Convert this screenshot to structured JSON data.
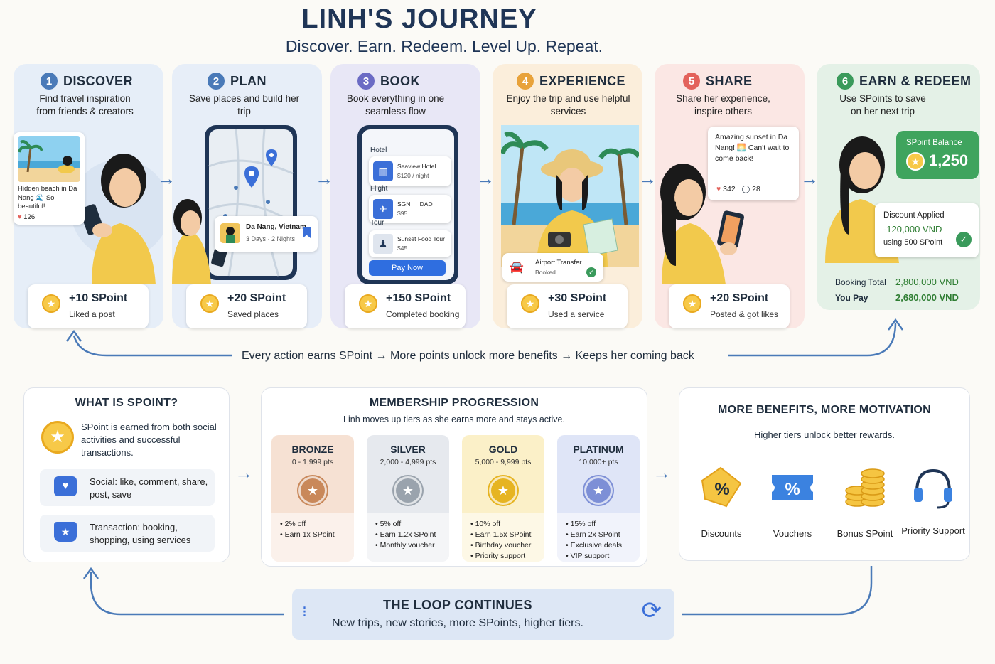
{
  "header": {
    "title": "LINH'S JOURNEY",
    "subtitle": "Discover. Earn. Redeem. Level Up. Repeat."
  },
  "steps": [
    {
      "num": "1",
      "title": "DISCOVER",
      "desc": "Find travel inspiration from friends & creators",
      "points": "+10 SPoint",
      "action": "Liked a post",
      "color": "#4a7ab8"
    },
    {
      "num": "2",
      "title": "PLAN",
      "desc": "Save places and build her trip",
      "points": "+20 SPoint",
      "action": "Saved places",
      "color": "#4a7ab8"
    },
    {
      "num": "3",
      "title": "BOOK",
      "desc": "Book everything in one seamless flow",
      "points": "+150 SPoint",
      "action": "Completed booking",
      "color": "#6b6bc4"
    },
    {
      "num": "4",
      "title": "EXPERIENCE",
      "desc": "Enjoy the trip and use helpful services",
      "points": "+30 SPoint",
      "action": "Used a service",
      "color": "#e8a23a"
    },
    {
      "num": "5",
      "title": "SHARE",
      "desc": "Share her experience, inspire others",
      "points": "+20 SPoint",
      "action": "Posted & got likes",
      "color": "#e3625b"
    },
    {
      "num": "6",
      "title": "EARN & REDEEM",
      "desc": "Use SPoints to save on her next trip",
      "color": "#3a9a5b"
    }
  ],
  "discover_post": {
    "caption": "Hidden beach in Da Nang 🌊 So beautiful!",
    "likes": "126"
  },
  "plan_card": {
    "place": "Da Nang, Vietnam",
    "duration": "3 Days · 2 Nights"
  },
  "booking": {
    "hotel_label": "Hotel",
    "hotel_name": "Seaview Hotel",
    "hotel_price": "$120 / night",
    "flight_label": "Flight",
    "flight_route": "SGN → DAD",
    "flight_price": "$95",
    "tour_label": "Tour",
    "tour_name": "Sunset Food Tour",
    "tour_price": "$45",
    "pay_button": "Pay Now"
  },
  "transfer": {
    "name": "Airport Transfer",
    "status": "Booked"
  },
  "share_post": {
    "text": "Amazing sunset in Da Nang! 🌅 Can't wait to come back!",
    "likes": "342",
    "comments": "28"
  },
  "redeem": {
    "balance_label": "SPoint Balance",
    "balance_value": "1,250",
    "discount_title": "Discount Applied",
    "discount_value": "-120,000 VND",
    "discount_note": "using 500 SPoint",
    "total_label": "Booking Total",
    "total_value": "2,800,000 VND",
    "pay_label": "You Pay",
    "pay_value": "2,680,000 VND"
  },
  "loop_caption": "Every action earns SPoint → More points unlock more benefits → Keeps her coming back",
  "what_is": {
    "title": "WHAT IS SPOINT?",
    "desc": "SPoint is earned from both social activities and successful transactions.",
    "social": "Social: like, comment, share, post, save",
    "transaction": "Transaction: booking, shopping, using services"
  },
  "membership": {
    "title": "MEMBERSHIP PROGRESSION",
    "subtitle": "Linh moves up tiers as she earns more and stays active.",
    "tiers": [
      {
        "name": "BRONZE",
        "range": "0 - 1,999 pts",
        "perks": [
          "2% off",
          "Earn 1x SPoint"
        ],
        "bg": "#f6e1d3",
        "medal": "#c9885a"
      },
      {
        "name": "SILVER",
        "range": "2,000 - 4,999 pts",
        "perks": [
          "5% off",
          "Earn 1.2x SPoint",
          "Monthly voucher"
        ],
        "bg": "#e6e9ee",
        "medal": "#9aa3ad"
      },
      {
        "name": "GOLD",
        "range": "5,000 - 9,999 pts",
        "perks": [
          "10% off",
          "Earn 1.5x SPoint",
          "Birthday voucher",
          "Priority support"
        ],
        "bg": "#fbf0c8",
        "medal": "#e6b422"
      },
      {
        "name": "PLATINUM",
        "range": "10,000+ pts",
        "perks": [
          "15% off",
          "Earn 2x SPoint",
          "Exclusive deals",
          "VIP support"
        ],
        "bg": "#dfe5f7",
        "medal": "#7d8fd6"
      }
    ]
  },
  "benefits": {
    "title": "MORE BENEFITS, MORE MOTIVATION",
    "subtitle": "Higher tiers unlock better rewards.",
    "items": [
      {
        "label": "Discounts",
        "icon": "percent-tag-icon"
      },
      {
        "label": "Vouchers",
        "icon": "voucher-icon"
      },
      {
        "label": "Bonus SPoint",
        "icon": "coin-stack-icon"
      },
      {
        "label": "Priority Support",
        "icon": "headset-icon"
      }
    ]
  },
  "footer": {
    "title": "THE LOOP CONTINUES",
    "text": "New trips, new stories, more SPoints, higher tiers."
  }
}
